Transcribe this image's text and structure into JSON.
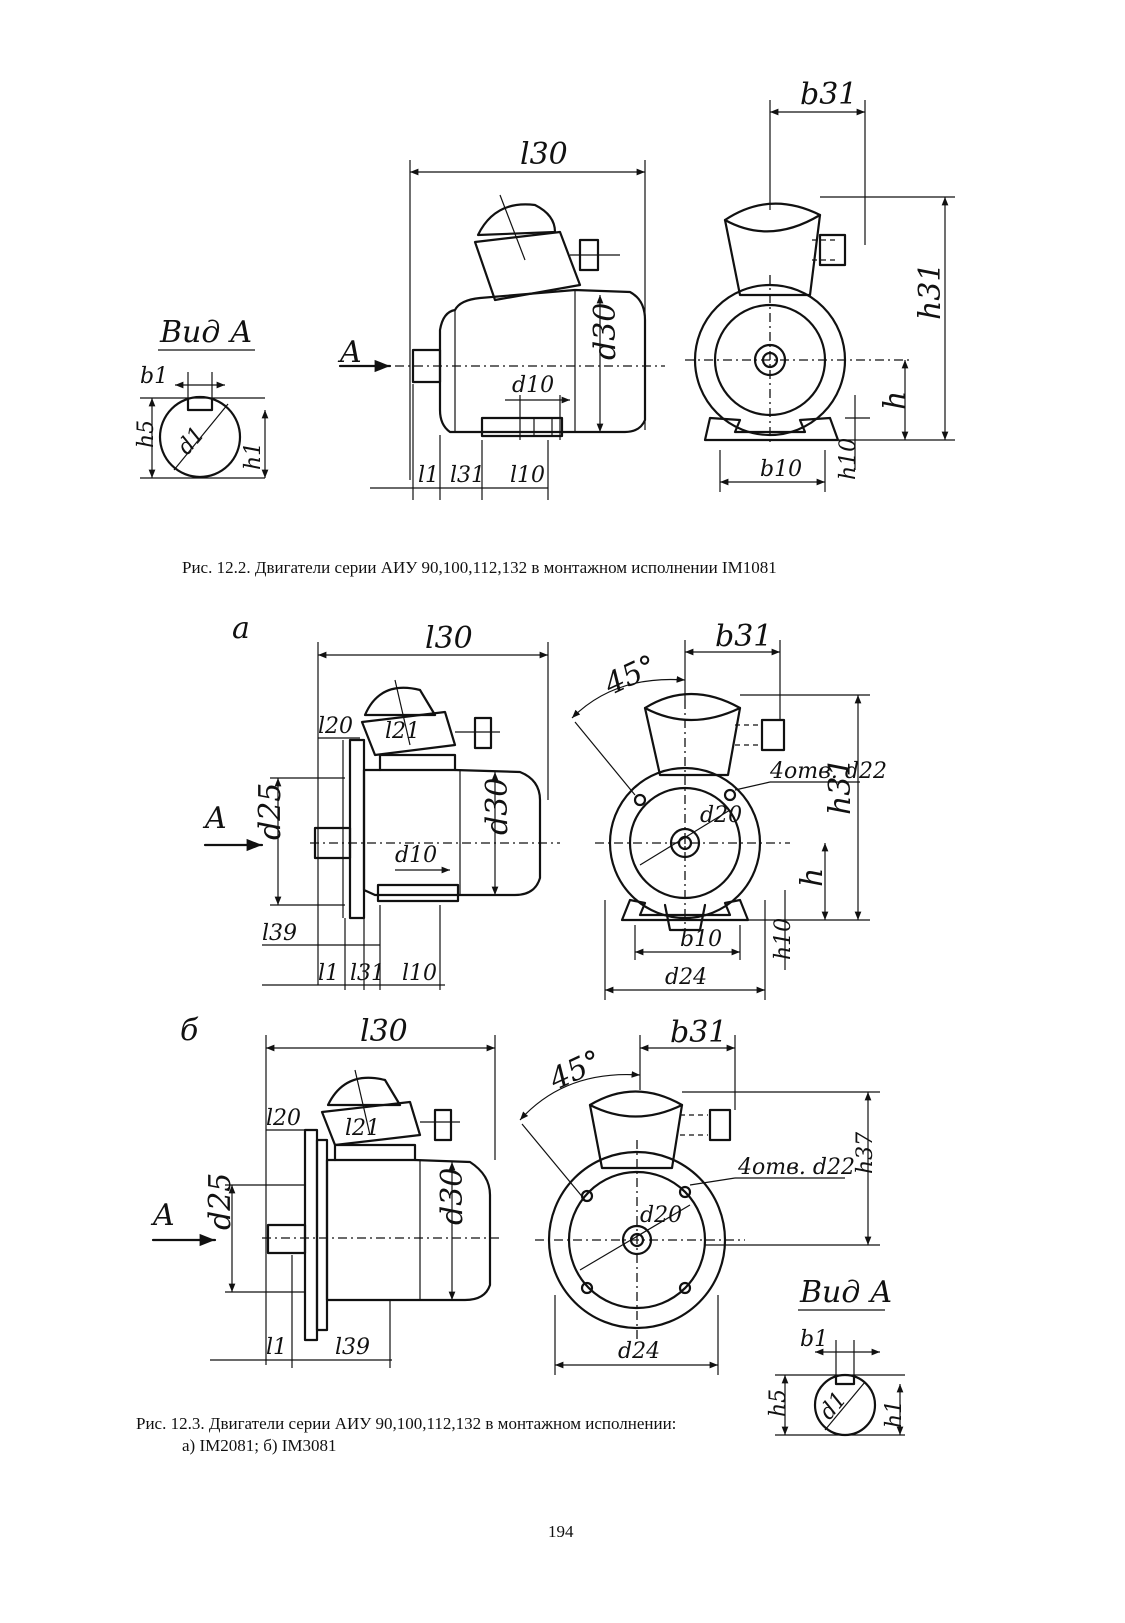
{
  "fig_12_2": {
    "caption": "Рис. 12.2. Двигатели серии АИУ 90,100,112,132 в монтажном исполнении IM1081",
    "view_label": "Вид А",
    "arrow_label": "A",
    "dims": {
      "l30": "l30",
      "b31": "b31",
      "h31": "h31",
      "d30": "d30",
      "h": "h",
      "b10": "b10",
      "h10": "h10",
      "d10": "d10",
      "l1": "l1",
      "l31": "l31",
      "l10": "l10",
      "b1": "b1",
      "h5": "h5",
      "d1": "d1",
      "h1": "h1"
    }
  },
  "fig_12_3": {
    "caption_line1": "Рис. 12.3. Двигатели серии АИУ 90,100,112,132 в монтажном исполнении:",
    "caption_line2": "а) IM2081; б) IM3081",
    "variant_a": {
      "label": "а",
      "arrow_label": "A",
      "angle": "45°",
      "holes": "4отв. d22",
      "dims": {
        "l30": "l30",
        "l20": "l20",
        "l21": "l21",
        "d25": "d25",
        "d30": "d30",
        "d10": "d10",
        "l39": "l39",
        "l1": "l1",
        "l31": "l31",
        "l10": "l10",
        "b31": "b31",
        "d20": "d20",
        "h31": "h31",
        "h": "h",
        "b10": "b10",
        "h10": "h10",
        "d24": "d24"
      }
    },
    "variant_b": {
      "label": "б",
      "arrow_label": "A",
      "angle": "45°",
      "holes": "4отв. d22",
      "view_label": "Вид А",
      "dims": {
        "l30": "l30",
        "l20": "l20",
        "l21": "l21",
        "d25": "d25",
        "d30": "d30",
        "l1": "l1",
        "l39": "l39",
        "b31": "b31",
        "h37": "h37",
        "d20": "d20",
        "d24": "d24",
        "b1": "b1",
        "h5": "h5",
        "d1": "d1",
        "h1": "h1"
      }
    }
  },
  "page_number": "194"
}
